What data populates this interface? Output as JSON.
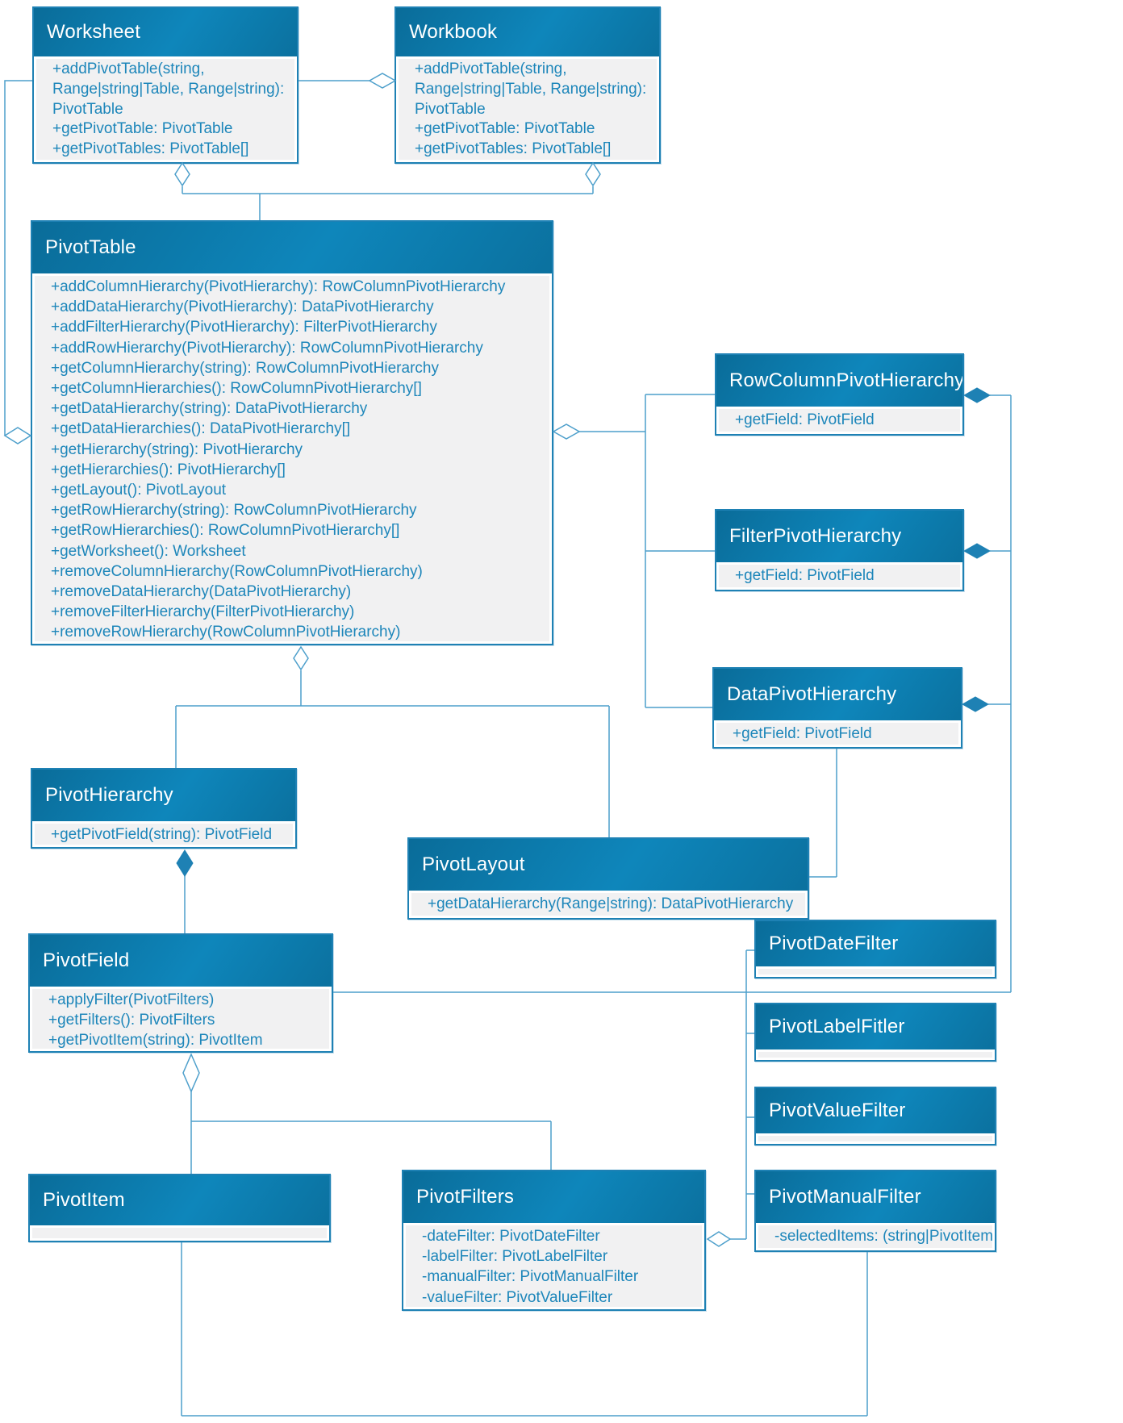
{
  "diagram_title": "PivotTable UML class diagram",
  "colors": {
    "header_gradient_start": "#0a6c99",
    "header_gradient_mid": "#0e86bb",
    "border_blue": "#1e81b4",
    "connector_blue": "#4d9fcb",
    "body_gray": "#f1f1f2",
    "member_text_blue": "#1d86ba",
    "header_text": "#ffffff"
  },
  "classes": {
    "worksheet": {
      "title": "Worksheet",
      "methods": [
        "+addPivotTable(string,",
        "Range|string|Table, Range|string):",
        "PivotTable",
        "+getPivotTable: PivotTable",
        "+getPivotTables: PivotTable[]"
      ]
    },
    "workbook": {
      "title": "Workbook",
      "methods": [
        "+addPivotTable(string,",
        "Range|string|Table, Range|string):",
        "PivotTable",
        "+getPivotTable: PivotTable",
        "+getPivotTables: PivotTable[]"
      ]
    },
    "pivotTable": {
      "title": "PivotTable",
      "methods": [
        "+addColumnHierarchy(PivotHierarchy): RowColumnPivotHierarchy",
        "+addDataHierarchy(PivotHierarchy): DataPivotHierarchy",
        "+addFilterHierarchy(PivotHierarchy): FilterPivotHierarchy",
        "+addRowHierarchy(PivotHierarchy): RowColumnPivotHierarchy",
        "+getColumnHierarchy(string): RowColumnPivotHierarchy",
        "+getColumnHierarchies(): RowColumnPivotHierarchy[]",
        "+getDataHierarchy(string): DataPivotHierarchy",
        "+getDataHierarchies(): DataPivotHierarchy[]",
        "+getHierarchy(string): PivotHierarchy",
        "+getHierarchies(): PivotHierarchy[]",
        "+getLayout(): PivotLayout",
        "+getRowHierarchy(string): RowColumnPivotHierarchy",
        "+getRowHierarchies(): RowColumnPivotHierarchy[]",
        "+getWorksheet(): Worksheet",
        "+removeColumnHierarchy(RowColumnPivotHierarchy)",
        "+removeDataHierarchy(DataPivotHierarchy)",
        "+removeFilterHierarchy(FilterPivotHierarchy)",
        "+removeRowHierarchy(RowColumnPivotHierarchy)"
      ]
    },
    "rowColumnPivotHierarchy": {
      "title": "RowColumnPivotHierarchy",
      "methods": [
        "+getField: PivotField"
      ]
    },
    "filterPivotHierarchy": {
      "title": "FilterPivotHierarchy",
      "methods": [
        "+getField: PivotField"
      ]
    },
    "dataPivotHierarchy": {
      "title": "DataPivotHierarchy",
      "methods": [
        "+getField: PivotField"
      ]
    },
    "pivotHierarchy": {
      "title": "PivotHierarchy",
      "methods": [
        "+getPivotField(string): PivotField"
      ]
    },
    "pivotLayout": {
      "title": "PivotLayout",
      "methods": [
        "+getDataHierarchy(Range|string): DataPivotHierarchy"
      ]
    },
    "pivotField": {
      "title": "PivotField",
      "methods": [
        "+applyFilter(PivotFilters)",
        "+getFilters(): PivotFilters",
        "+getPivotItem(string): PivotItem"
      ]
    },
    "pivotItem": {
      "title": "PivotItem",
      "methods": []
    },
    "pivotFilters": {
      "title": "PivotFilters",
      "methods": [
        "-dateFilter: PivotDateFilter",
        "-labelFilter: PivotLabelFilter",
        "-manualFilter: PivotManualFilter",
        "-valueFilter: PivotValueFilter"
      ]
    },
    "pivotDateFilter": {
      "title": "PivotDateFilter",
      "methods": []
    },
    "pivotLabelFitler": {
      "title": "PivotLabelFitler",
      "methods": []
    },
    "pivotValueFilter": {
      "title": "PivotValueFilter",
      "methods": []
    },
    "pivotManualFilter": {
      "title": "PivotManualFilter",
      "methods": [
        "-selectedItems: (string|PivotItem)[]"
      ]
    }
  }
}
